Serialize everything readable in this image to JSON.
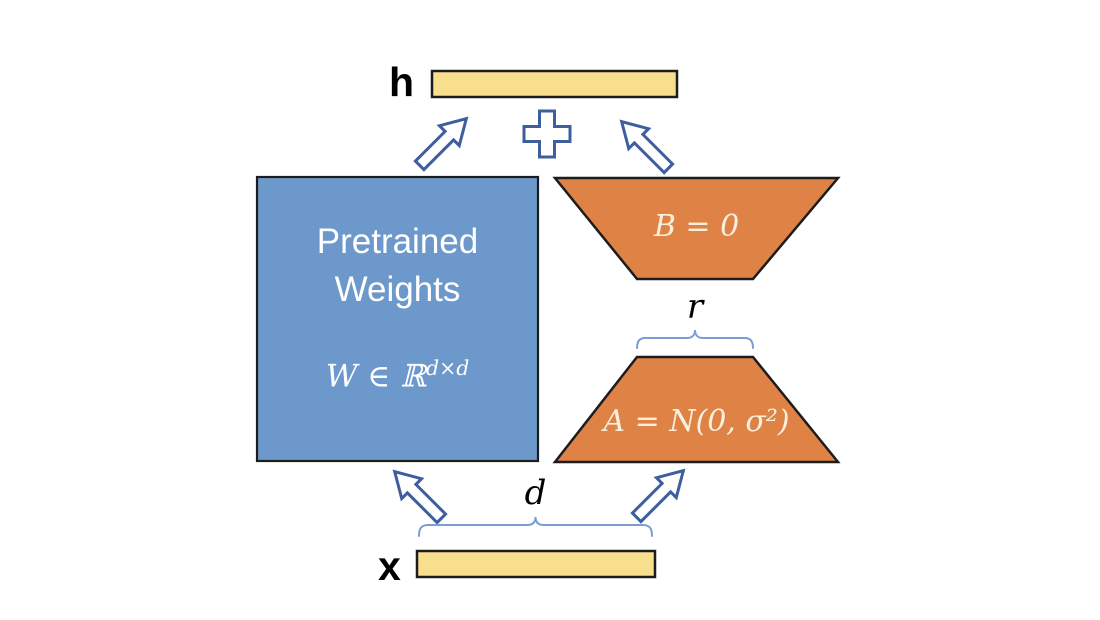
{
  "colors": {
    "background": "#ffffff",
    "pretrained_fill": "#6d98cc",
    "lora_fill": "#de8245",
    "vector_fill": "#f8df8e",
    "shape_border": "#1c1c1c",
    "arrow_fill": "#ffffff",
    "arrow_stroke": "#3e5e9e",
    "brace": "#7e9cd4",
    "text_dark": "#000000",
    "square_text": "#ffffff",
    "shape_text": "#f9efdb"
  },
  "output_vector": {
    "label": "h"
  },
  "input_vector": {
    "label": "x"
  },
  "pretrained_weights": {
    "title_line1": "Pretrained",
    "title_line2": "Weights",
    "formula_base": "W ∈ ℝ",
    "formula_sup": "d×d"
  },
  "lora_b": {
    "formula": "B = 0"
  },
  "lora_a": {
    "formula_pre": "A = ",
    "formula_n": "N",
    "formula_post": "(0, σ²)"
  },
  "dims": {
    "rank_label": "r",
    "dim_label": "d"
  }
}
